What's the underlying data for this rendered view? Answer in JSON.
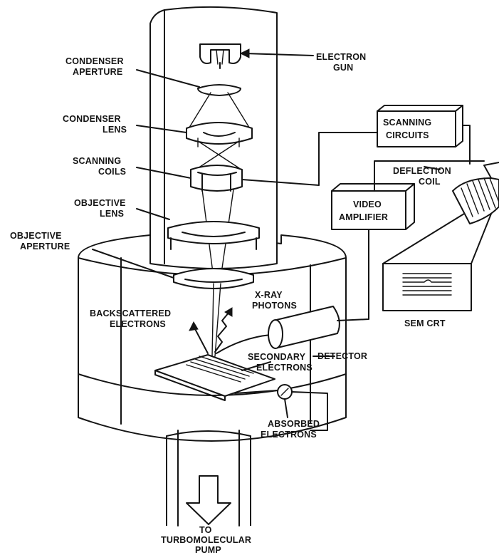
{
  "labels": {
    "electron_gun": [
      "ELECTRON",
      "GUN"
    ],
    "condenser_aperture": [
      "CONDENSER",
      "APERTURE"
    ],
    "condenser_lens": [
      "CONDENSER",
      "LENS"
    ],
    "scanning_coils": [
      "SCANNING",
      "COILS"
    ],
    "objective_lens": [
      "OBJECTIVE",
      "LENS"
    ],
    "objective_aperture": [
      "OBJECTIVE",
      "APERTURE"
    ],
    "scanning_circuits": [
      "SCANNING",
      "CIRCUITS"
    ],
    "deflection_coil": [
      "DEFLECTION",
      "COIL"
    ],
    "video_amplifier": [
      "VIDEO",
      "AMPLIFIER"
    ],
    "sem_crt": "SEM CRT",
    "xray_photons": [
      "X-RAY",
      "PHOTONS"
    ],
    "backscattered_electrons": [
      "BACKSCATTERED",
      "ELECTRONS"
    ],
    "secondary_electrons": [
      "SECONDARY",
      "ELECTRONS"
    ],
    "detector": "DETECTOR",
    "absorbed_electrons": [
      "ABSORBED",
      "ELECTRONS"
    ],
    "pump": [
      "TO",
      "TURBOMOLECULAR",
      "PUMP"
    ]
  },
  "colors": {
    "ink": "#141414",
    "paper": "#ffffff"
  }
}
